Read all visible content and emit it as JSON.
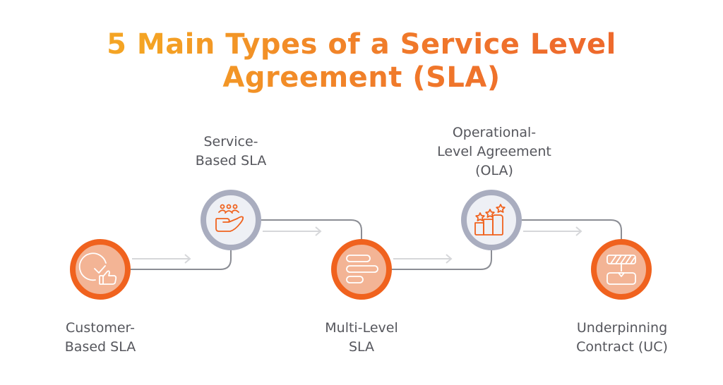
{
  "title": {
    "line1": "5 Main Types of a Service Level",
    "line2": "Agreement (SLA)"
  },
  "steps": [
    {
      "line1": "Customer-",
      "line2": "Based SLA",
      "icon": "checkmark-thumbs-up-icon"
    },
    {
      "line1": "Service-",
      "line2": "Based SLA",
      "icon": "hand-with-people-icon"
    },
    {
      "line1": "Multi-Level",
      "line2": "SLA",
      "icon": "stacked-bars-icon"
    },
    {
      "line1": "Operational-",
      "line2": "Level Agreement",
      "line3": "(OLA)",
      "icon": "stars-podium-icon"
    },
    {
      "line1": "Underpinning",
      "line2": "Contract (UC)",
      "icon": "flow-blocks-icon"
    }
  ],
  "colors": {
    "orange": "#f0621e",
    "orange_fill": "#f3b495",
    "gray_ring": "#a9adbf",
    "gray_fill": "#eef0f5",
    "line": "#8b8d94",
    "arrow": "#d6d7da"
  }
}
